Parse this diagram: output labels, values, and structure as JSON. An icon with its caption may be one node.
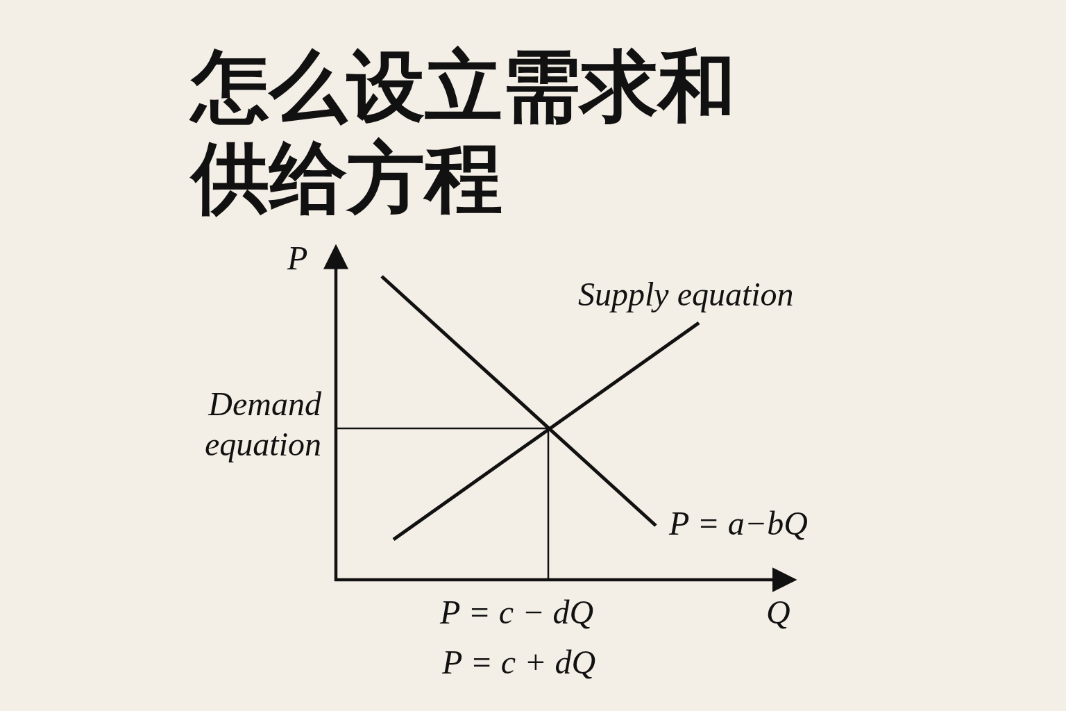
{
  "diagram": {
    "title": "怎么设立需求和供给方程",
    "labels": [
      "P",
      "Supply equation",
      "Demand equation",
      "P = a−bQ",
      "P = c − dQ",
      "Q",
      "P = c + dQ"
    ]
  }
}
